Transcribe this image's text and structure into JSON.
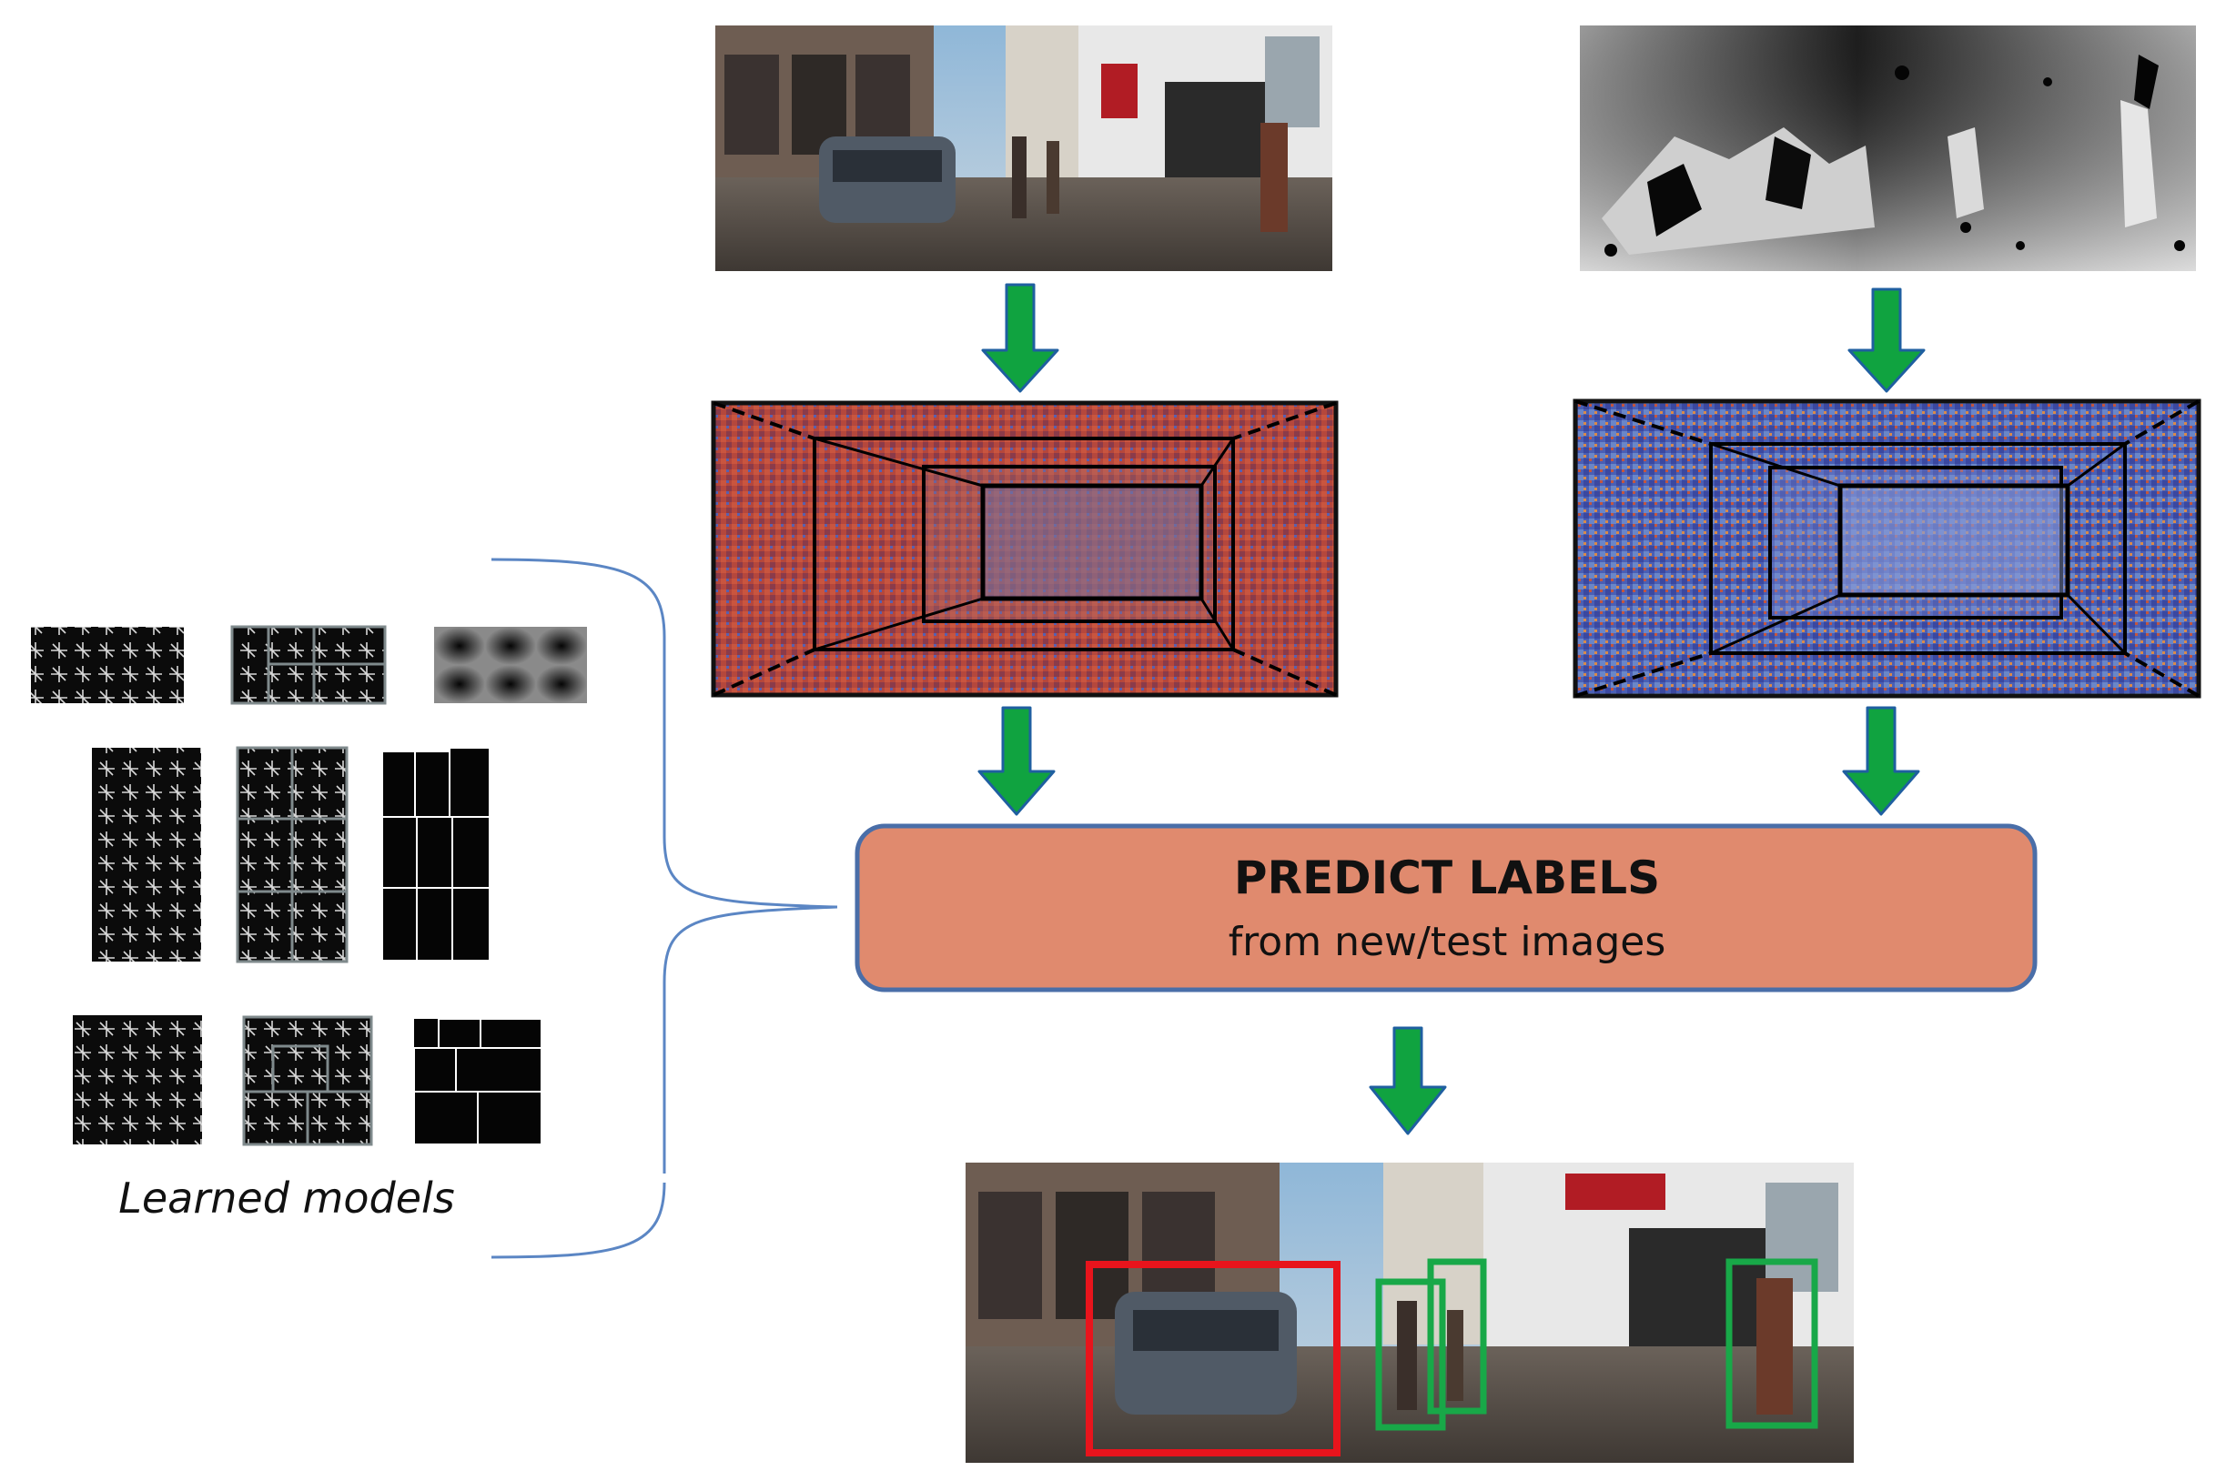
{
  "predict_box": {
    "title": "PREDICT LABELS",
    "subtitle": "from new/test images"
  },
  "models": {
    "caption": "Learned models"
  },
  "colors": {
    "arrow": "#10a340",
    "box_fill": "#e08a6e",
    "box_border": "#4a6ea8",
    "brace": "#5b86c4",
    "car_box": "#e8141c",
    "pedestrian_box": "#18a848"
  },
  "nodes": [
    {
      "name": "rgb-input-image"
    },
    {
      "name": "depth-input-image"
    },
    {
      "name": "rgb-feature-pyramid"
    },
    {
      "name": "depth-feature-pyramid"
    },
    {
      "name": "predict-labels-box"
    },
    {
      "name": "detection-output-image"
    }
  ],
  "detections": [
    {
      "label": "car",
      "color": "#e8141c"
    },
    {
      "label": "pedestrian",
      "color": "#18a848"
    },
    {
      "label": "pedestrian",
      "color": "#18a848"
    },
    {
      "label": "pedestrian",
      "color": "#18a848"
    }
  ]
}
